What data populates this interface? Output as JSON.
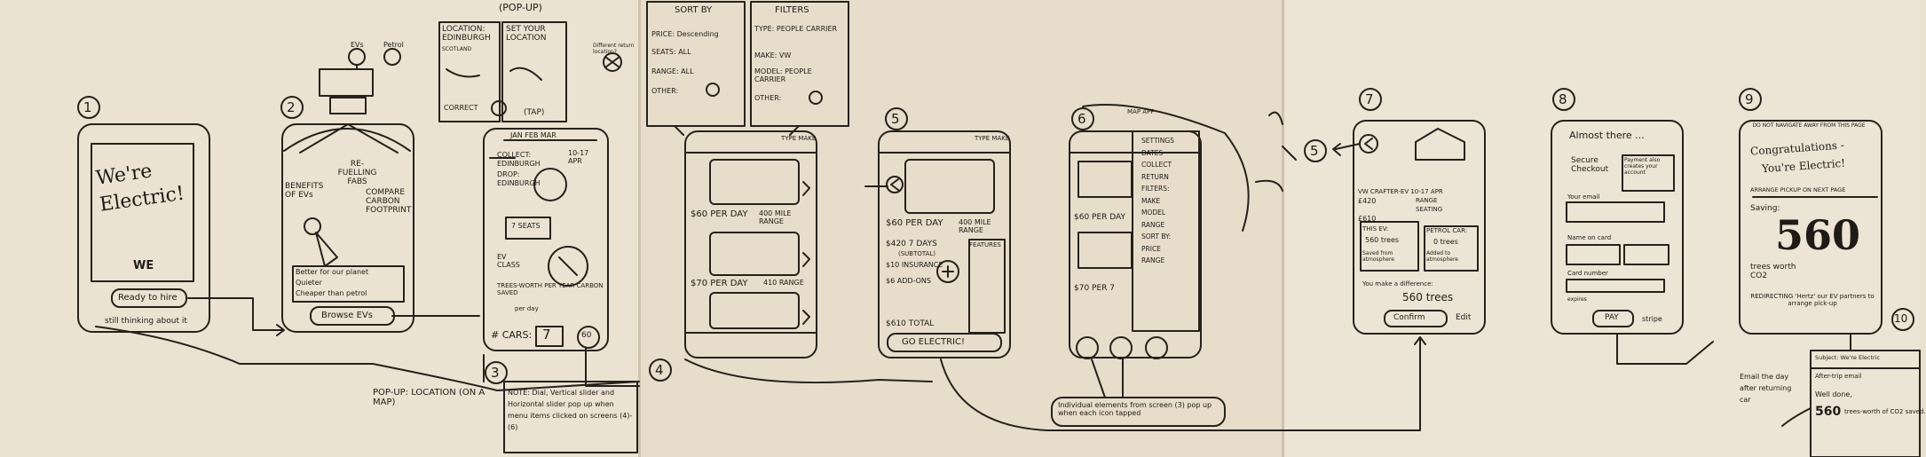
{
  "step_numbers": {
    "s1": "1",
    "s2": "2",
    "s3": "3",
    "s4": "4",
    "s5": "5",
    "s6": "6",
    "s7": "7",
    "s8": "8",
    "s9": "9",
    "s10": "10",
    "back_ref": "5"
  },
  "popup_header": "(POP-UP)",
  "screen1": {
    "title": "We're Electric!",
    "logo": "WE",
    "ready_button": "Ready to hire",
    "thinking_link": "still thinking about it"
  },
  "ev_toggle": {
    "ev": "EVs",
    "petrol": "Petrol"
  },
  "screen2": {
    "refuelling": "RE-FUELLING FABS",
    "benefits": "BENEFITS OF EVs",
    "compare": "COMPARE CARBON FOOTPRINT",
    "bullet1": "Better for our planet",
    "bullet2": "Quieter",
    "bullet3": "Cheaper than petrol",
    "browse_button": "Browse EVs"
  },
  "location_popup": {
    "title": "LOCATION: EDINBURGH",
    "subtitle": "SCOTLAND",
    "correct_button": "CORRECT",
    "set_title": "SET YOUR LOCATION",
    "return": "Different return location?",
    "tap": "(TAP)"
  },
  "screen3": {
    "top": "JAN FEB MAR",
    "collect": "COLLECT:",
    "collect_place": "EDINBURGH",
    "drop": "DROP:",
    "drop_place": "EDINBURGH",
    "dates": "10-17 APR",
    "seats": "7 SEATS",
    "ev_class": "EV CLASS",
    "trees": "TREES-WORTH PER YEAR CARBON SAVED",
    "per_day": "per day",
    "cars_label": "# CARS:",
    "cars_value": "7",
    "cars_badge": "60"
  },
  "popup_location_note": "POP-UP: LOCATION (ON A MAP)",
  "note": "NOTE: Dial, Vertical slider and Horizontal slider pop up when menu items clicked on screens (4)-(6)",
  "sort_by": {
    "title": "SORT BY",
    "price": "PRICE: Descending",
    "seats": "SEATS: ALL",
    "range": "RANGE: ALL",
    "other": "OTHER:"
  },
  "filters": {
    "title": "FILTERS",
    "type": "TYPE: PEOPLE CARRIER",
    "make": "MAKE: VW",
    "model": "MODEL: PEOPLE CARRIER",
    "other": "OTHER:"
  },
  "screen4": {
    "top_label": "TYPE MAKE",
    "price1": "$60 PER DAY",
    "range1": "400 MILE RANGE",
    "price2": "$70 PER DAY",
    "range2": "410 RANGE"
  },
  "screen5": {
    "top_label": "TYPE MAKE",
    "price": "$60 PER DAY",
    "range": "400 MILE RANGE",
    "total_days": "$420 7 DAYS",
    "subtotal": "(SUBTOTAL)",
    "insurance": "$10 INSURANCE",
    "fee": "$6 ADD-ONS",
    "features": "FEATURES",
    "total": "$610 TOTAL",
    "go_button": "GO ELECTRIC!"
  },
  "screen6": {
    "map_label": "MAP APP",
    "menu": [
      "SETTINGS",
      "DATES",
      "COLLECT",
      "RETURN",
      "FILTERS:",
      "MAKE",
      "MODEL",
      "RANGE",
      "SORT BY:",
      "PRICE",
      "RANGE"
    ],
    "price1": "$60 PER DAY",
    "price2": "$70 PER 7"
  },
  "individual_note": "Individual elements from screen (3) pop up when each icon tapped",
  "screen7": {
    "model": "VW CRAFTER-EV 10-17 APR",
    "price": "£420",
    "range": "RANGE",
    "seating": "SEATING",
    "total": "£610",
    "this_ev": "THIS EV:",
    "saves": "560 trees",
    "saved_from": "Saved from atmosphere",
    "petrol_car": "PETROL CAR:",
    "petrol_saves": "0 trees",
    "added": "Added to atmosphere",
    "diff": "You make a difference:",
    "diff_value": "560 trees",
    "confirm_button": "Confirm",
    "edit_link": "Edit"
  },
  "screen8": {
    "title": "Almost there ...",
    "secure": "Secure Checkout",
    "account_note": "Payment also creates your account",
    "email_label": "Your email",
    "name_label": "Name on card",
    "card_label": "Card number",
    "expires_label": "expires",
    "pay_button": "PAY",
    "stripe": "stripe"
  },
  "screen9": {
    "warning": "DO NOT NAVIGATE AWAY FROM THIS PAGE",
    "congrats": "Congratulations -",
    "electric": "You're Electric!",
    "arrange": "ARRANGE PICKUP ON NEXT PAGE",
    "saving": "Saving:",
    "number": "560",
    "trees_worth": "trees worth CO2",
    "redirect": "REDIRECTING 'Hertz' our EV partners to arrange pick-up"
  },
  "email_step": {
    "label": "Email the day after returning car",
    "subject": "Subject: We're Electric",
    "after": "After-trip email",
    "body_start": "Well done,",
    "body_number": "560",
    "body_end": "trees-worth of CO2 saved."
  }
}
